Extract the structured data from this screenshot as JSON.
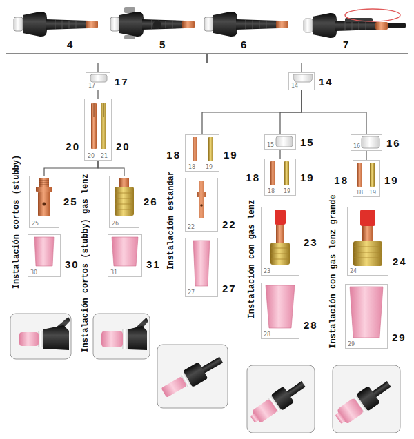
{
  "diagram": {
    "nodes": [
      {
        "text": [
          "4",
          "5",
          "6",
          "7"
        ]
      },
      {
        "text": [
          "17",
          "17"
        ]
      },
      {
        "text": [
          "14",
          "14"
        ]
      },
      {
        "text": [
          "20",
          "20",
          "21",
          "20"
        ]
      },
      {
        "text": [
          "25",
          "25"
        ]
      },
      {
        "text": [
          "26",
          "26"
        ]
      },
      {
        "text": [
          "30",
          "30"
        ]
      },
      {
        "text": [
          "31",
          "31"
        ]
      },
      {
        "text": [
          "18",
          "18",
          "19",
          "19"
        ]
      },
      {
        "text": [
          "22",
          "22"
        ]
      },
      {
        "text": [
          "27",
          "27"
        ]
      },
      {
        "text": [
          "15",
          "15"
        ]
      },
      {
        "text": [
          "18",
          "18",
          "19",
          "19"
        ]
      },
      {
        "text": [
          "23",
          "23"
        ]
      },
      {
        "text": [
          "28",
          "28"
        ]
      },
      {
        "text": [
          "16",
          "16"
        ]
      },
      {
        "text": [
          "18",
          "18",
          "19",
          "19"
        ]
      },
      {
        "text": [
          "24",
          "24"
        ]
      },
      {
        "text": [
          "29",
          "29"
        ]
      }
    ],
    "edges": [
      {
        "from": 0,
        "to": 1,
        "arrow": "none"
      },
      {
        "from": 0,
        "to": 2,
        "arrow": "none"
      },
      {
        "from": 1,
        "to": 3,
        "arrow": "none"
      },
      {
        "from": 3,
        "to": 4,
        "arrow": "none"
      },
      {
        "from": 3,
        "to": 5,
        "arrow": "none"
      },
      {
        "from": 2,
        "to": 8,
        "arrow": "none"
      },
      {
        "from": 2,
        "to": 11,
        "arrow": "none"
      },
      {
        "from": 2,
        "to": 15,
        "arrow": "none"
      },
      {
        "from": 11,
        "to": 12,
        "arrow": "none"
      },
      {
        "from": 15,
        "to": 16,
        "arrow": "none"
      }
    ],
    "labels": [
      "Instalación cortos (stubby)",
      "Instalación cortos (stubby) gas lenz",
      "Instalación estandar",
      "Instalación con gas lenz",
      "Instalación con gas lenz grande"
    ]
  }
}
